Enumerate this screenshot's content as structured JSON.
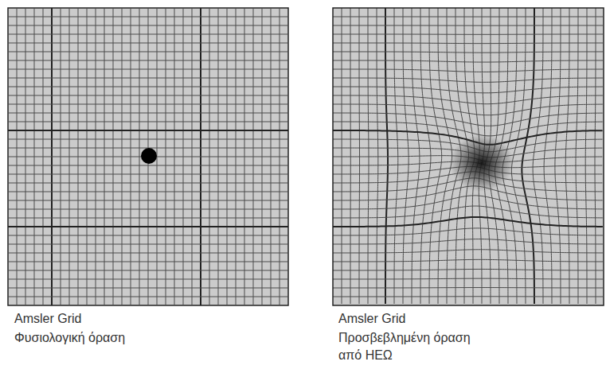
{
  "diagram": {
    "labels": [
      "Amsler Grid",
      "Φυσιολογική όραση",
      "Amsler Grid",
      "Προσβεβλημένη όραση από ΗΕΩ"
    ]
  }
}
